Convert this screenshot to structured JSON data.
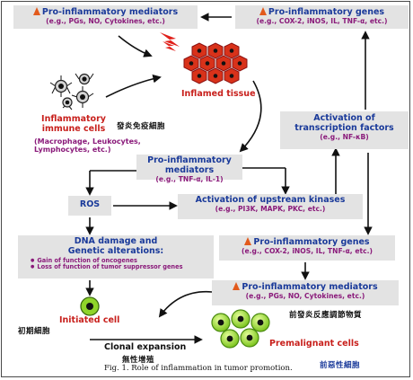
{
  "top_left_box": {
    "title": "Pro-inflammatory mediators",
    "subtitle": "(e.g., PGs, NO, Cytokines, etc.)"
  },
  "top_right_box": {
    "title": "Pro-inflammatory genes",
    "subtitle": "(e.g., COX-2, iNOS, IL, TNF-α, etc.)"
  },
  "inflamed_tissue": {
    "label": "Inflamed tissue"
  },
  "immune_cells": {
    "title_line1": "Inflammatory",
    "title_line2": "immune cells",
    "detail_line1": "(Macrophage, Leukocytes,",
    "detail_line2": "Lymphocytes, etc.)",
    "cjk_label": "發炎免疫細胞"
  },
  "transcription_box": {
    "title_line1": "Activation of",
    "title_line2": "transcription factors",
    "subtitle": "(e.g., NF-κB)"
  },
  "mid_mediators_box": {
    "title": "Pro-inflammatory mediators",
    "subtitle": "(e.g., TNF-α, IL-1)"
  },
  "ros_box": {
    "label": "ROS"
  },
  "kinases_box": {
    "title": "Activation of upstream kinases",
    "subtitle": "(e.g., PI3K, MAPK, PKC, etc.)"
  },
  "dna_box": {
    "title_line1": "DNA damage and",
    "title_line2": "Genetic alterations:",
    "bullets": [
      "Gain of function of oncogenes",
      "Loss of function of tumor suppressor genes"
    ]
  },
  "lower_genes_box": {
    "title": "Pro-inflammatory genes",
    "subtitle": "(e.g., COX-2, iNOS, IL, TNF-α, etc.)"
  },
  "lower_mediators_box": {
    "title": "Pro-inflammatory mediators",
    "subtitle": "(e.g., PGs, NO, Cytokines, etc.)",
    "cjk_label": "前發炎反應調節物質"
  },
  "initiated_cell": {
    "label": "Initiated cell",
    "cjk_label": "初期細胞"
  },
  "clonal_expansion": {
    "label": "Clonal expansion",
    "cjk_label": "無性增殖"
  },
  "premalignant": {
    "label": "Premalignant cells",
    "cjk_label": "前惡性細胞"
  },
  "caption": "Fig. 1.  Role of inflammation in tumor promotion.",
  "colors": {
    "box_fill": "#e3e3e3",
    "title_blue": "#1a3a9a",
    "detail_purple": "#8a1a7a",
    "label_red": "#c8201c",
    "up_arrow_orange": "#e25a1c",
    "tissue_red": "#d8321a",
    "initiated_cell_green": "#8fd42a",
    "premalignant_green": "#a6e63a"
  }
}
